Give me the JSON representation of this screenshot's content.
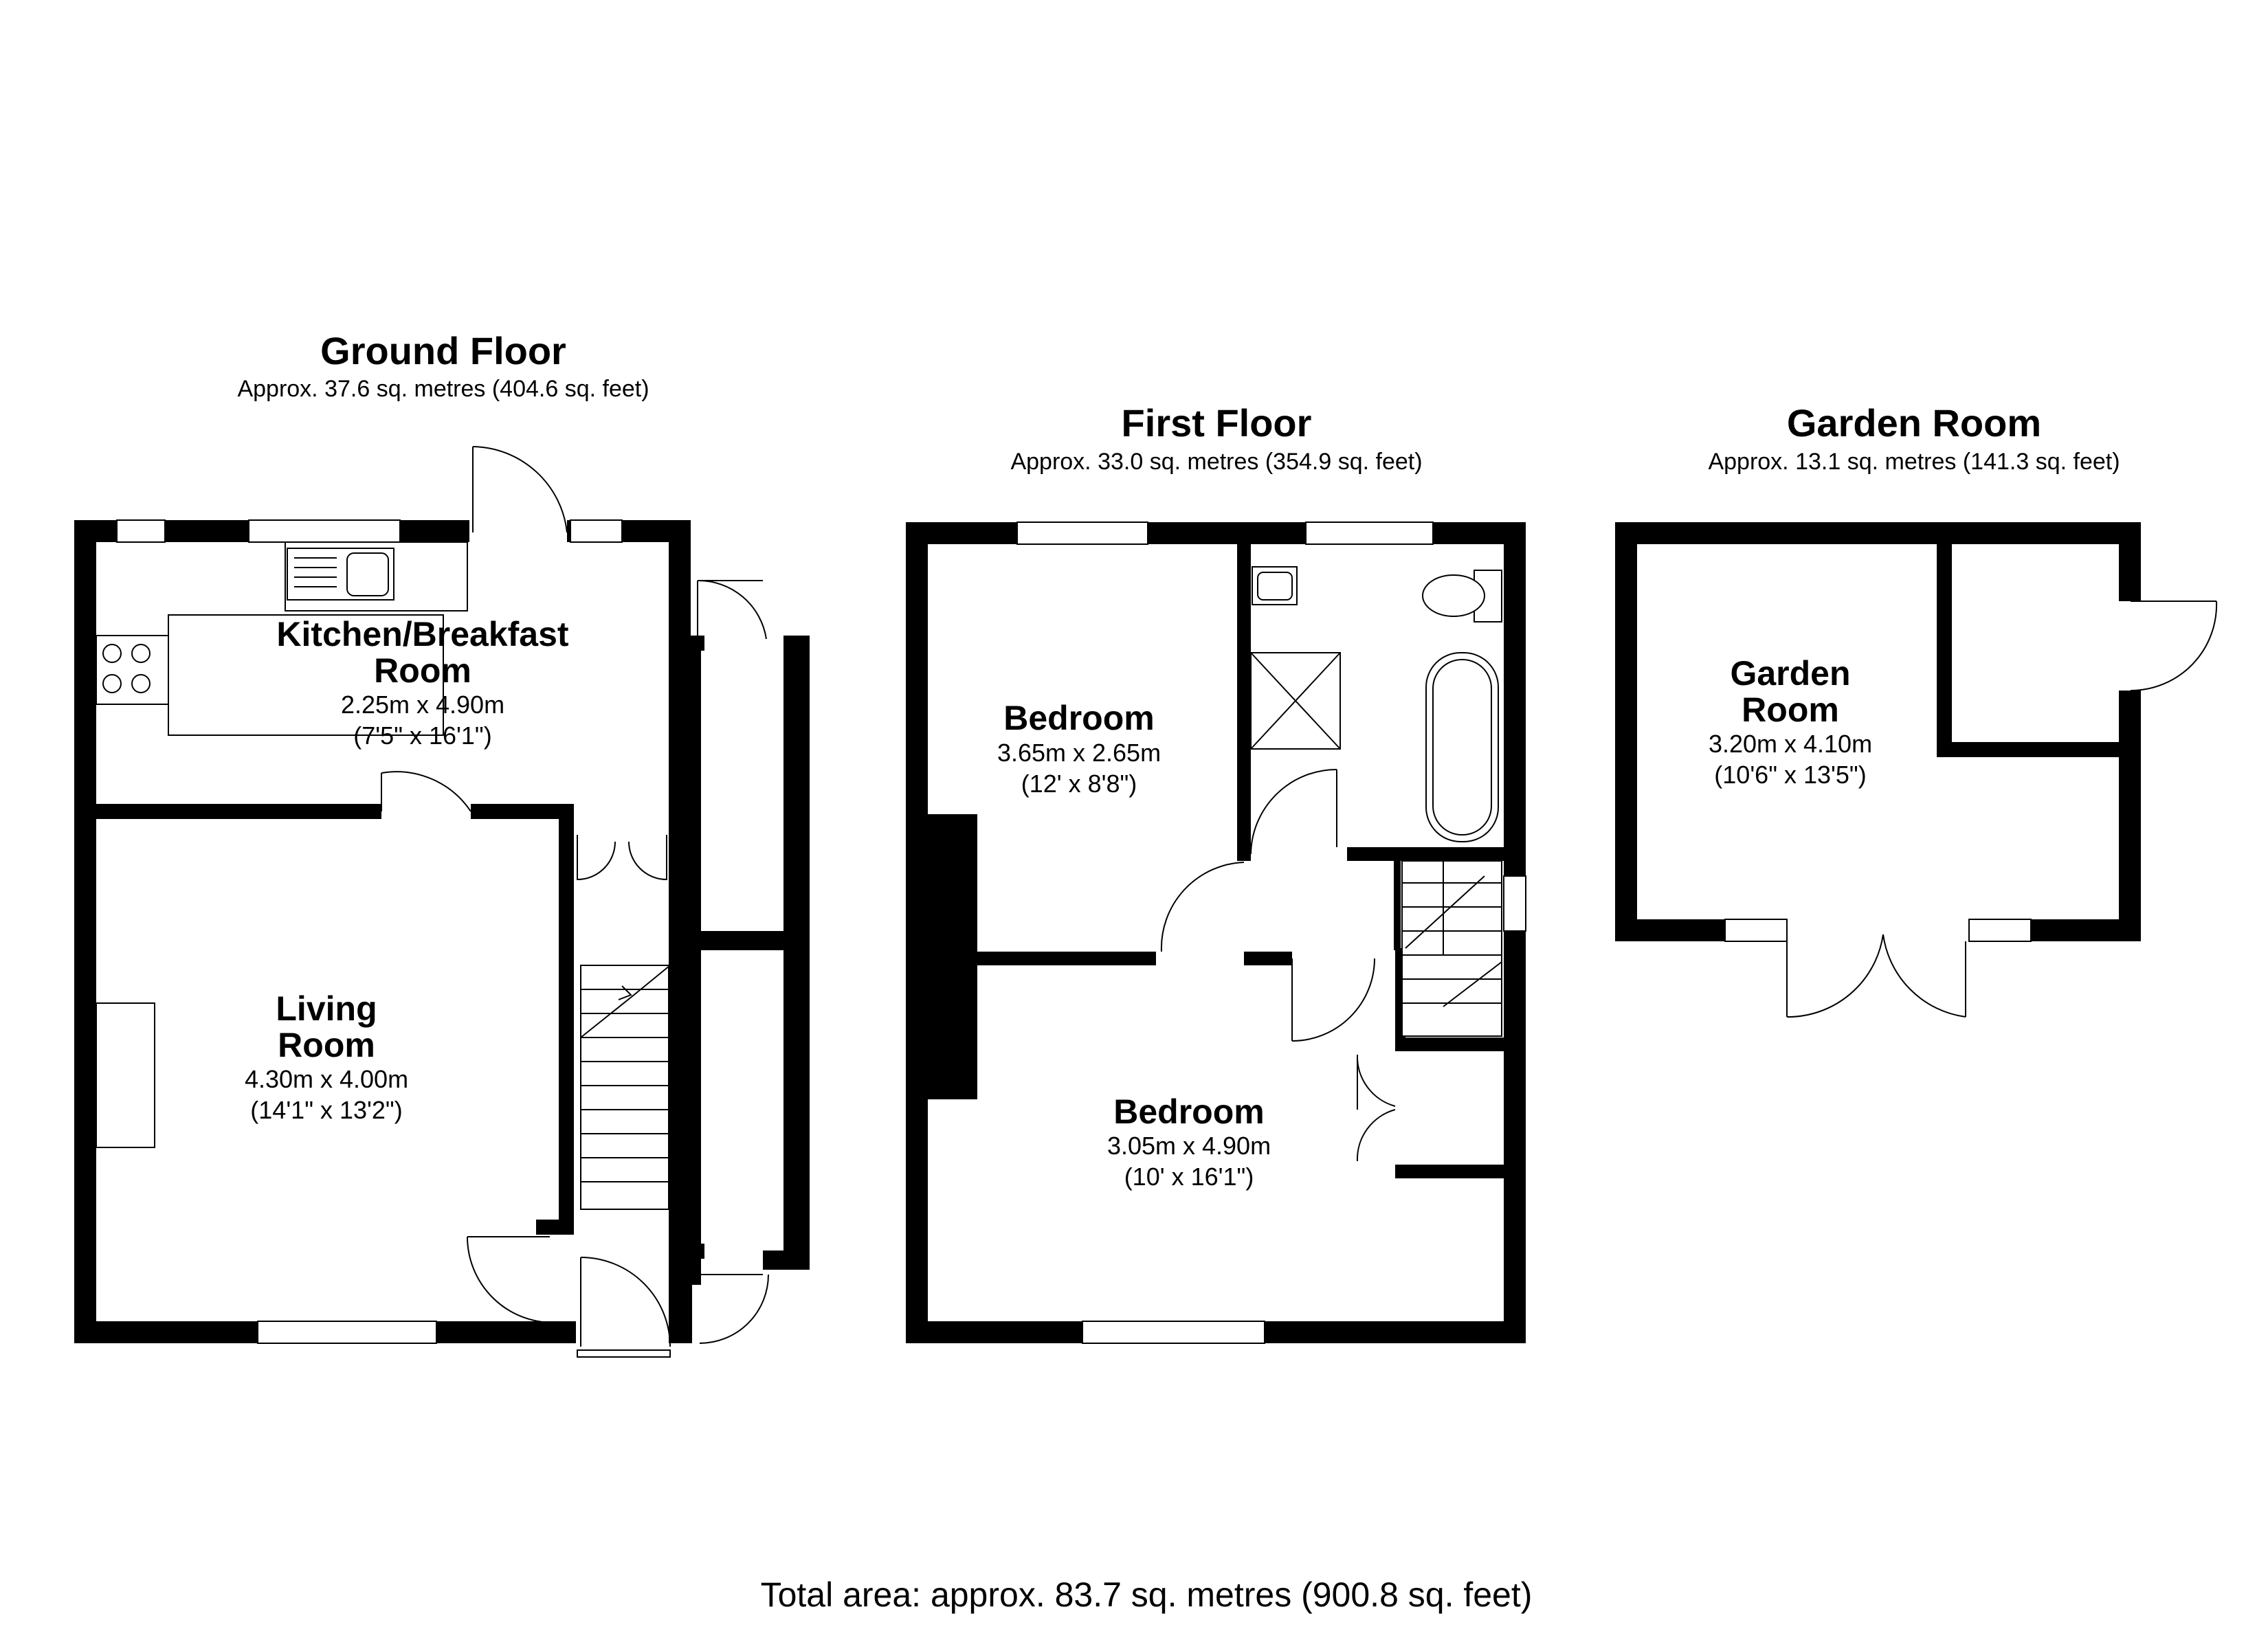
{
  "floors": [
    {
      "title": "Ground Floor",
      "area": "Approx. 37.6 sq. metres (404.6 sq. feet)",
      "rooms": [
        {
          "name_line1": "Kitchen/Breakfast",
          "name_line2": "Room",
          "dims": "2.25m x 4.90m",
          "imperial": "(7'5\" x 16'1\")"
        },
        {
          "name_line1": "Living",
          "name_line2": "Room",
          "dims": "4.30m x 4.00m",
          "imperial": "(14'1\" x 13'2\")"
        }
      ]
    },
    {
      "title": "First Floor",
      "area": "Approx. 33.0 sq. metres (354.9 sq. feet)",
      "rooms": [
        {
          "name_line1": "Bedroom",
          "dims": "3.65m x 2.65m",
          "imperial": "(12' x 8'8\")"
        },
        {
          "name_line1": "Bedroom",
          "dims": "3.05m x 4.90m",
          "imperial": "(10' x 16'1\")"
        }
      ]
    },
    {
      "title": "Garden Room",
      "area": "Approx. 13.1 sq. metres (141.3 sq. feet)",
      "rooms": [
        {
          "name_line1": "Garden",
          "name_line2": "Room",
          "dims": "3.20m x 4.10m",
          "imperial": "(10'6\" x 13'5\")"
        }
      ]
    }
  ],
  "total_area": "Total area: approx. 83.7 sq. metres (900.8 sq. feet)"
}
